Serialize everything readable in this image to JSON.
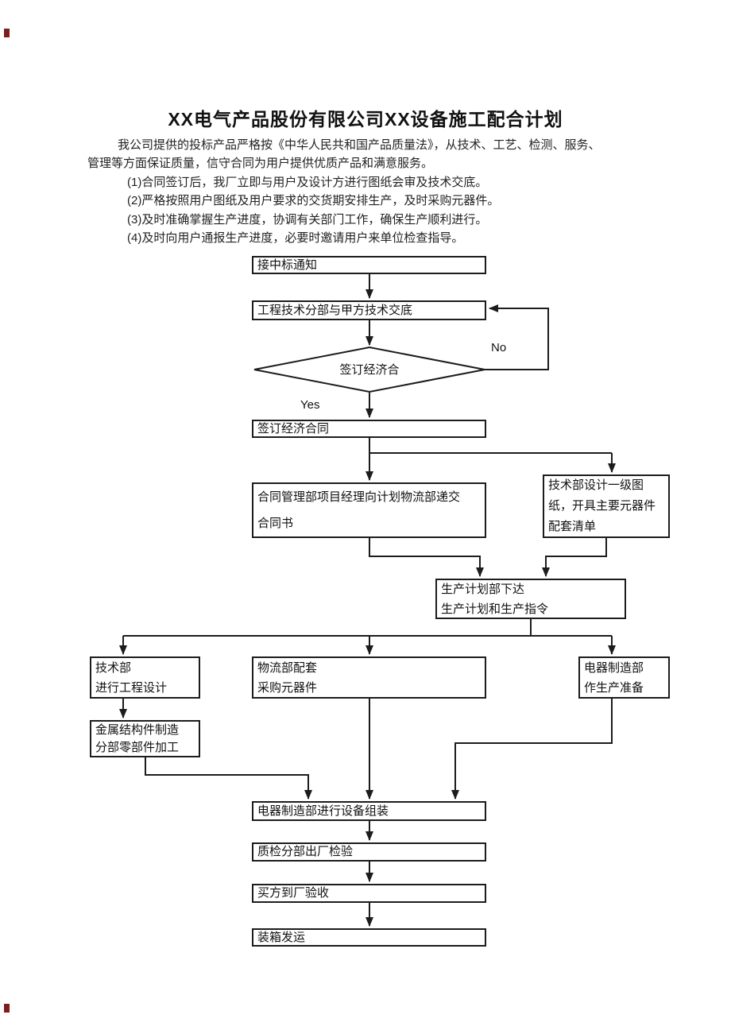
{
  "doc": {
    "title": "XX电气产品股份有限公司XX设备施工配合计划",
    "intro": "我公司提供的投标产品严格按《中华人民共和国产品质量法》，从技术、工艺、检测、服务、管理等方面保证质量，信守合同为用户提供优质产品和满意服务。",
    "items": [
      "(1)合同签订后，我厂立即与用户及设计方进行图纸会审及技术交底。",
      "(2)严格按照用户图纸及用户要求的交货期安排生产，及时采购元器件。",
      "(3)及时准确掌握生产进度，协调有关部门工作，确保生产顺利进行。",
      "(4)及时向用户通报生产进度，必要时邀请用户来单位检查指导。"
    ]
  },
  "flow": {
    "no_label": "No",
    "yes_label": "Yes",
    "nodes": {
      "receive_bid_notice": "接中标通知",
      "tech_disclosure": "工程技术分部与甲方技术交底",
      "sign_decision": "签订经济合",
      "sign_contract": "签订经济合同",
      "submit_contract": "合同管理部项目经理向计划物流部递交\n合同书",
      "design_drawings": "技术部设计一级图\n纸，开具主要元器件\n配套清单",
      "production_plan": "生产计划部下达\n生产计划和生产指令",
      "engineering_design": "技术部\n进行工程设计",
      "logistics_purchase": "物流部配套\n采购元器件",
      "production_prepare": "电器制造部\n作生产准备",
      "metal_parts": "金属结构件制造\n分部零部件加工",
      "assembly": "电器制造部进行设备组装",
      "quality_inspection": "质检分部出厂检验",
      "buyer_acceptance": "买方到厂验收",
      "packing_shipping": "装箱发运"
    }
  }
}
